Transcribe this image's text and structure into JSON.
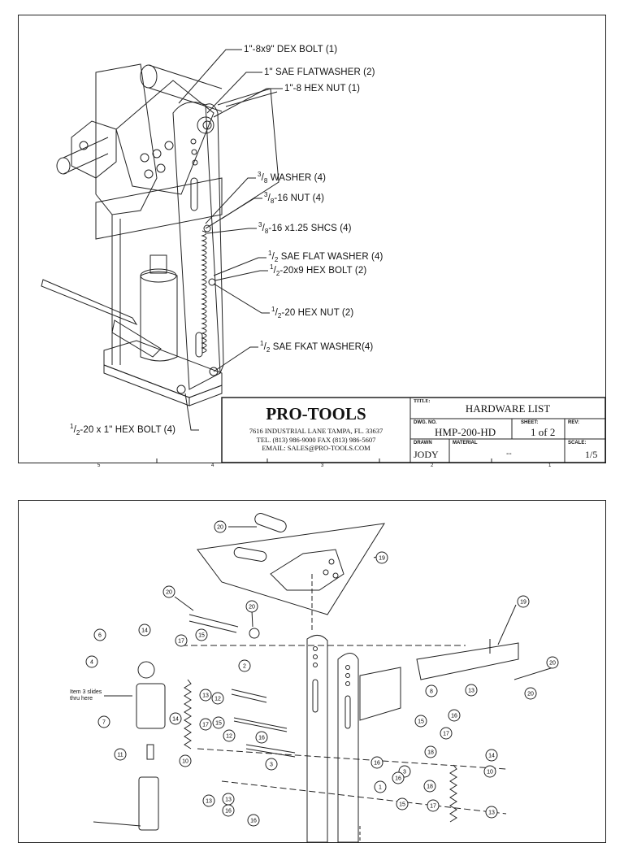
{
  "sheet1": {
    "callouts": {
      "c1": "1\"-8x9\" DEX BOLT (1)",
      "c2": "1\" SAE FLATWASHER (2)",
      "c3": "1\"-8 HEX NUT (1)",
      "c4a": "3",
      "c4b": "8",
      "c4c": " WASHER (4)",
      "c5a": "3",
      "c5b": "8",
      "c5c": "-16 NUT (4)",
      "c6a": "3",
      "c6b": "8",
      "c6c": "-16 x1.25 SHCS (4)",
      "c7a": "1",
      "c7b": "2",
      "c7c": " SAE FLAT WASHER (4)",
      "c8a": "1",
      "c8b": "2",
      "c8c": "-20x9 HEX BOLT (2)",
      "c9a": "1",
      "c9b": "2",
      "c9c": "-20 HEX NUT (2)",
      "c10a": "1",
      "c10b": "2",
      "c10c": " SAE FKAT WASHER(4)",
      "c11a": "1",
      "c11b": "2",
      "c11c": "-20 x 1\" HEX BOLT (4)"
    },
    "title_block": {
      "company": "PRO-TOOLS",
      "address": "7616 INDUSTRIAL LANE TAMPA, FL. 33637",
      "phone": "TEL. (813) 986-9000   FAX (813) 986-5607",
      "email": "EMAIL: SALES@PRO-TOOLS.COM",
      "title_label": "TITLE:",
      "title": "HARDWARE LIST",
      "dwg_label": "DWG. NO.",
      "dwg_no": "HMP-200-HD",
      "sheet_label": "SHEET:",
      "sheet": "1 of 2",
      "rev_label": "REV:",
      "drawn_label": "DRAWN",
      "drawn": "JODY",
      "material_label": "MATERIAL",
      "material": "--",
      "scale_label": "SCALE:",
      "scale": "1/5"
    },
    "zones": [
      "5",
      "4",
      "3",
      "2",
      "1"
    ]
  },
  "sheet2": {
    "note": "Item 3 slides thru here",
    "balloons": [
      "20",
      "19",
      "20",
      "20",
      "19",
      "6",
      "14",
      "17",
      "15",
      "2",
      "4",
      "12",
      "13",
      "20",
      "8",
      "16",
      "13",
      "20",
      "7",
      "14",
      "17",
      "15",
      "12",
      "16",
      "15",
      "17",
      "11",
      "10",
      "3",
      "18",
      "14",
      "3",
      "16",
      "13",
      "16",
      "18",
      "10",
      "13",
      "16",
      "1",
      "15",
      "17",
      "16",
      "13"
    ]
  }
}
